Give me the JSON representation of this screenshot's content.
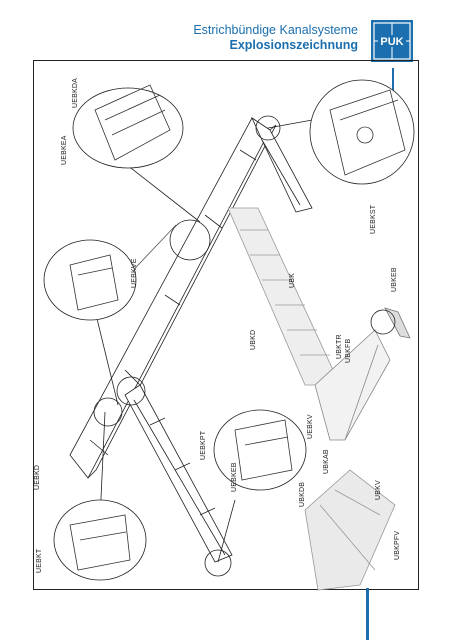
{
  "header": {
    "title": "Estrichbündige Kanalsysteme",
    "subtitle": "Explosionszeichnung",
    "logo_text": "PUK"
  },
  "colors": {
    "accent": "#1b6fae",
    "line": "#222222",
    "gray": "#9a9a9a"
  },
  "labels": {
    "uebkda": "UEBKDA",
    "uebkea": "UEBKEA",
    "uebkve": "UEBKVE",
    "uebkd": "UEBKD",
    "uebkt": "UEBKT",
    "uebkpt": "UEBKPT",
    "uebkeb": "UEBKEB",
    "uebkv": "UEBKV",
    "uebkst": "UEBKST",
    "ubkd": "UBKD",
    "ubk": "UBK",
    "ubkeb": "UBKEB",
    "ubktr": "UBKTR",
    "ubkfb": "UBKFB",
    "ubkab": "UBKAB",
    "ubkdb": "UBKDB",
    "ubkv": "UBKV",
    "ubkpfv": "UBKPFV"
  }
}
